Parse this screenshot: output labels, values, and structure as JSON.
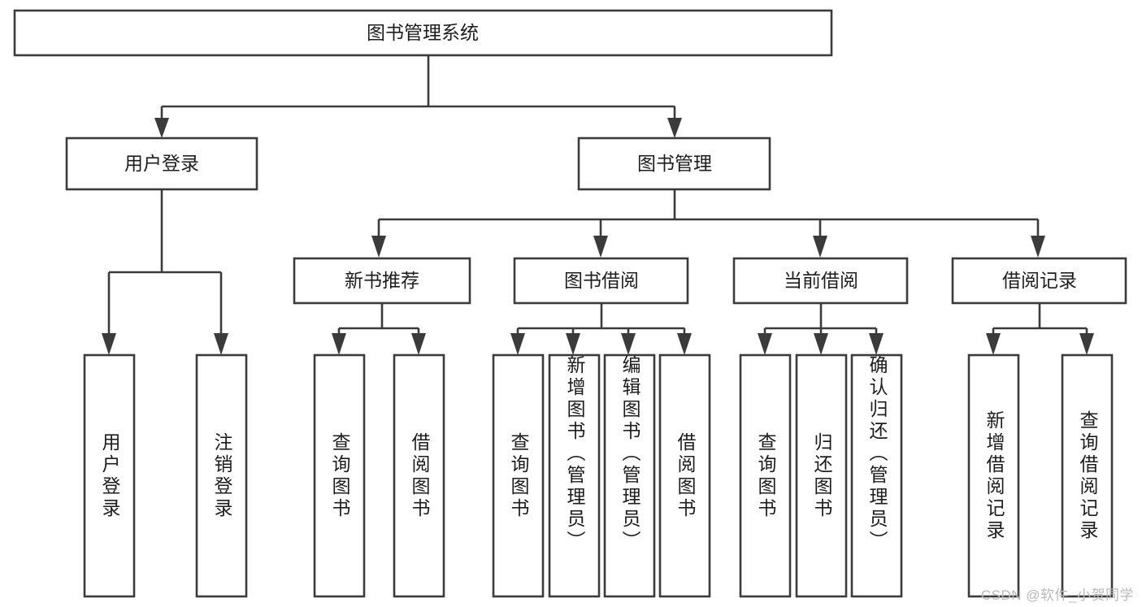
{
  "diagram": {
    "title": "图书管理系统",
    "type": "tree-hierarchy-diagram",
    "colors": {
      "stroke": "#3b3b3b",
      "box_fill": "#ffffff",
      "text": "#1d1d1d",
      "background": "#ffffff",
      "watermark": "#b9b9b9"
    },
    "nodes": {
      "root": {
        "label": "图书管理系统",
        "orientation": "horizontal"
      },
      "level2": [
        {
          "label": "用户登录",
          "orientation": "horizontal"
        },
        {
          "label": "图书管理",
          "orientation": "horizontal"
        }
      ],
      "level3": [
        {
          "label": "新书推荐",
          "orientation": "horizontal"
        },
        {
          "label": "图书借阅",
          "orientation": "horizontal"
        },
        {
          "label": "当前借阅",
          "orientation": "horizontal"
        },
        {
          "label": "借阅记录",
          "orientation": "horizontal"
        }
      ],
      "leaves": {
        "user_login": [
          {
            "label": "用户登录",
            "orientation": "vertical"
          },
          {
            "label": "注销登录",
            "orientation": "vertical"
          }
        ],
        "new_book_recommend": [
          {
            "label": "查询图书",
            "orientation": "vertical"
          },
          {
            "label": "借阅图书",
            "orientation": "vertical"
          }
        ],
        "book_borrow": [
          {
            "label": "查询图书",
            "orientation": "vertical"
          },
          {
            "label": "新增图书（管理员）",
            "orientation": "vertical"
          },
          {
            "label": "编辑图书（管理员）",
            "orientation": "vertical"
          },
          {
            "label": "借阅图书",
            "orientation": "vertical"
          }
        ],
        "current_borrow": [
          {
            "label": "查询图书",
            "orientation": "vertical"
          },
          {
            "label": "归还图书",
            "orientation": "vertical"
          },
          {
            "label": "确认归还（管理员）",
            "orientation": "vertical"
          }
        ],
        "borrow_record": [
          {
            "label": "新增借阅记录",
            "orientation": "vertical"
          },
          {
            "label": "查询借阅记录",
            "orientation": "vertical"
          }
        ]
      }
    },
    "watermark": "CSDN @软件_小贺同学"
  }
}
